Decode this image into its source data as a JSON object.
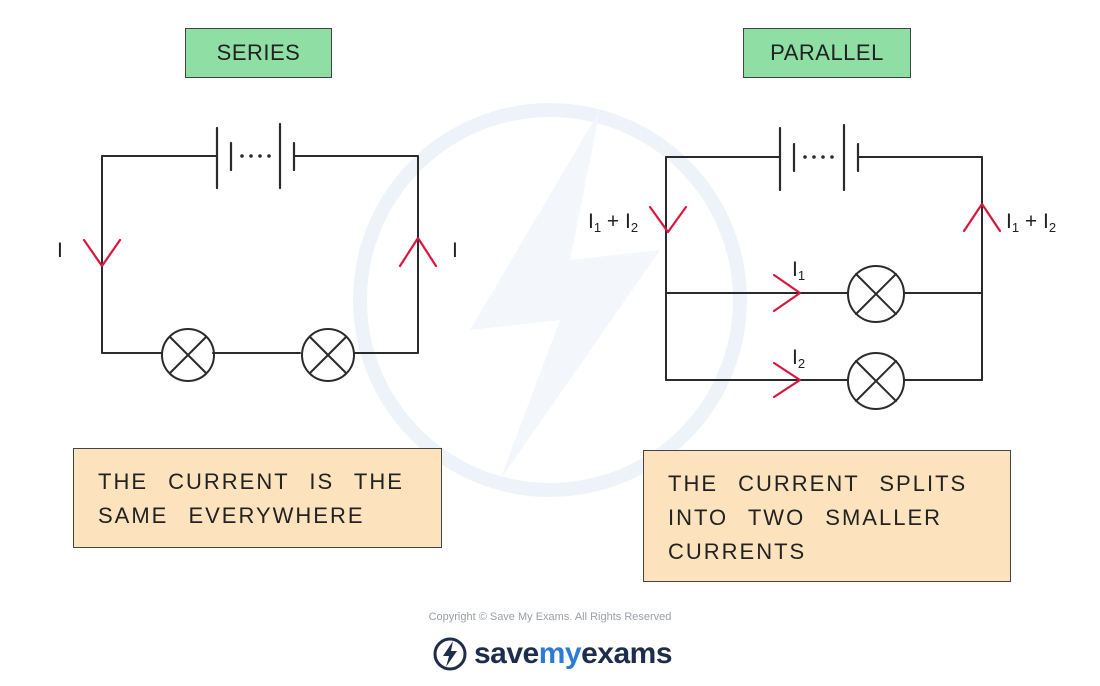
{
  "series": {
    "title": "SERIES",
    "label_left": "I",
    "label_right": "I",
    "note_lines": [
      "THE CURRENT IS THE",
      "SAME EVERYWHERE"
    ]
  },
  "parallel": {
    "title": "PARALLEL",
    "label_left_main": "I",
    "label_left_sub1": "1",
    "label_left_plus": " + I",
    "label_left_sub2": "2",
    "label_right_main": "I",
    "label_right_sub1": "1",
    "label_right_plus": " + I",
    "label_right_sub2": "2",
    "branch1_main": "I",
    "branch1_sub": "1",
    "branch2_main": "I",
    "branch2_sub": "2",
    "note_lines": [
      "THE CURRENT SPLITS",
      "INTO TWO SMALLER",
      "CURRENTS"
    ]
  },
  "footer": {
    "copyright": "Copyright © Save My Exams. All Rights Reserved",
    "logo_word1": "save",
    "logo_word2": "my",
    "logo_word3": "exams"
  },
  "colors": {
    "wire": "#2b2b2b",
    "arrow": "#d8173f",
    "title_fill": "#8fdfa5",
    "note_fill": "#fde3bd",
    "logo_dark": "#1f2d4d",
    "logo_blue": "#2e7bd6"
  }
}
